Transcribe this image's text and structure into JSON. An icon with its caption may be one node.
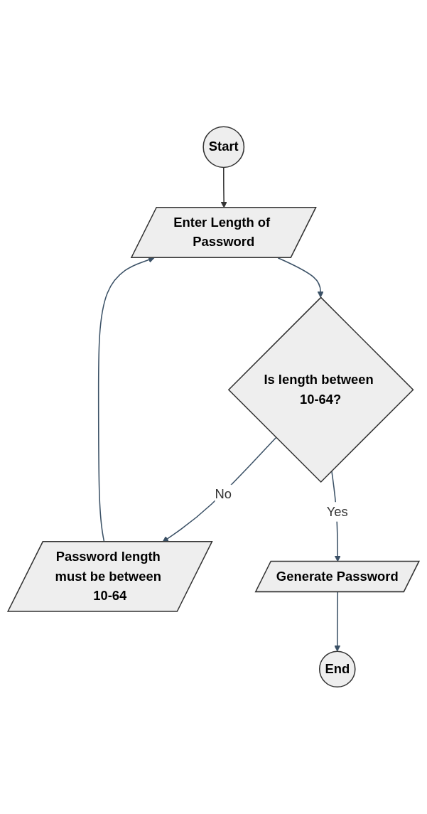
{
  "diagram": {
    "nodes": [
      {
        "text": [
          "Start"
        ]
      },
      {
        "text": [
          "Enter Length of Password"
        ]
      },
      {
        "text": [
          "Is length between 10-64?"
        ]
      },
      {
        "text": [
          "Password length must be between 10-64"
        ]
      },
      {
        "text": [
          "Generate Password"
        ]
      },
      {
        "text": [
          "End"
        ]
      }
    ],
    "edges": [
      {
        "from": 0,
        "to": 1,
        "arrow": "to",
        "color": "#333333"
      },
      {
        "from": 1,
        "to": 2,
        "arrow": "to"
      },
      {
        "from": 2,
        "to": 3,
        "arrow": "to",
        "label": "No"
      },
      {
        "from": 3,
        "to": 1,
        "arrow": "to"
      },
      {
        "from": 2,
        "to": 4,
        "arrow": "to",
        "label": "Yes"
      },
      {
        "from": 4,
        "to": 5,
        "arrow": "to"
      }
    ]
  }
}
